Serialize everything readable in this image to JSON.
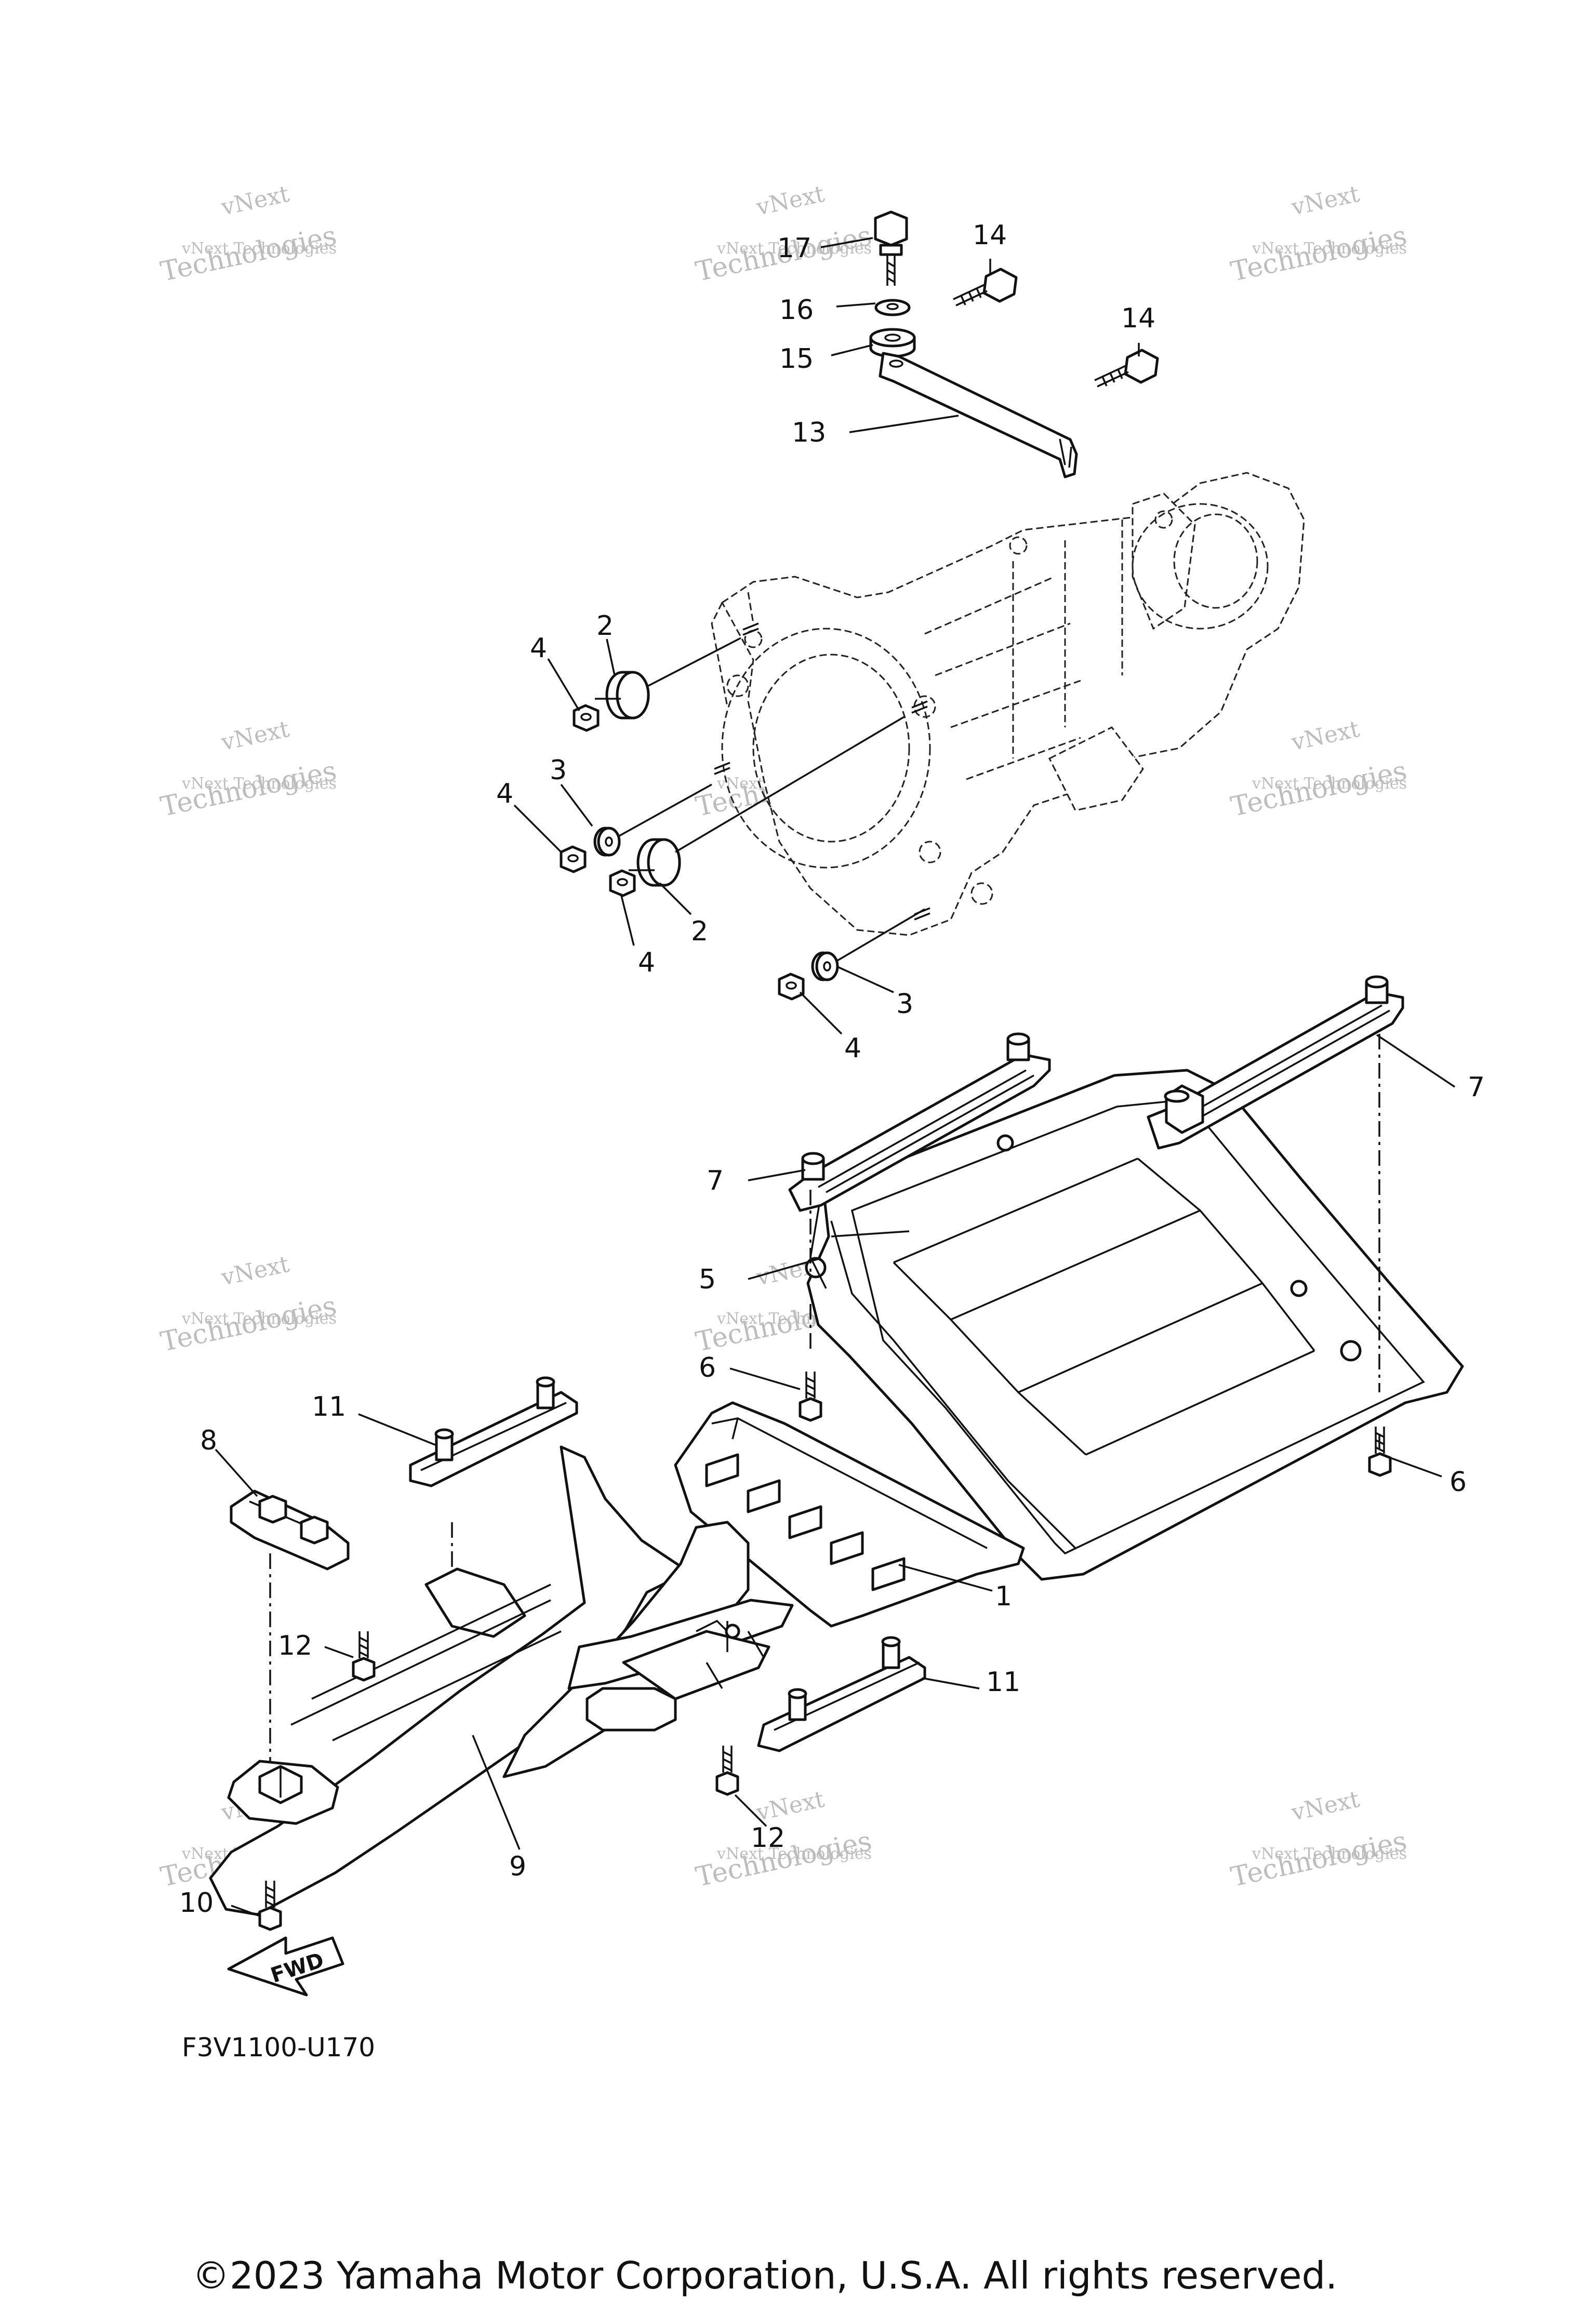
{
  "callouts": {
    "c1": "1",
    "c2a": "2",
    "c2b": "2",
    "c3a": "3",
    "c3b": "3",
    "c4a": "4",
    "c4b": "4",
    "c4c": "4",
    "c4d": "4",
    "c5": "5",
    "c6a": "6",
    "c6b": "6",
    "c7a": "7",
    "c7b": "7",
    "c8": "8",
    "c9": "9",
    "c10": "10",
    "c11a": "11",
    "c11b": "11",
    "c12a": "12",
    "c12b": "12",
    "c13": "13",
    "c14a": "14",
    "c14b": "14",
    "c15": "15",
    "c16": "16",
    "c17": "17"
  },
  "watermark": {
    "line1": "vNext",
    "line2": "Technologies",
    "line3": "vNext Technologies"
  },
  "fwd_label": "FWD",
  "diagram_code": "F3V1100-U170",
  "copyright": "©2023 Yamaha Motor Corporation, U.S.A. All rights reserved."
}
